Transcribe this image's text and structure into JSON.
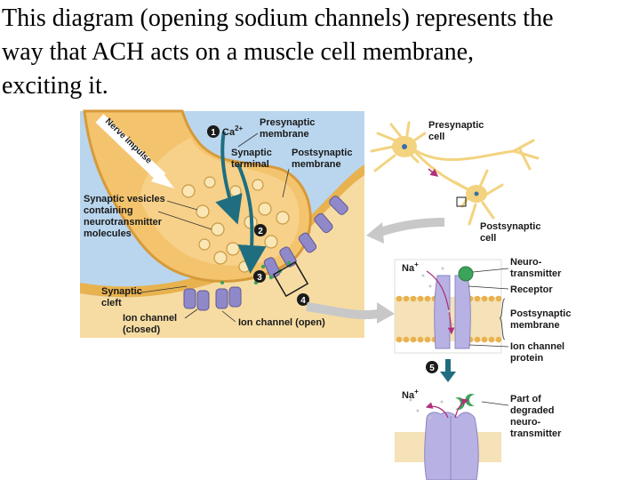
{
  "slide": {
    "lines": [
      "This diagram (opening sodium channels) represents the",
      "way that ACH acts on a muscle cell membrane,",
      "exciting it."
    ]
  },
  "diagram": {
    "step_numbers": [
      "1",
      "2",
      "3",
      "4",
      "5"
    ],
    "nerve_impulse": "Nerve impulse",
    "ca": "Ca",
    "ca_charge": "2+",
    "presynaptic_membrane": [
      "Presynaptic",
      "membrane"
    ],
    "synaptic_terminal": [
      "Synaptic",
      "terminal"
    ],
    "postsynaptic_membrane_main": [
      "Postsynaptic",
      "membrane"
    ],
    "synaptic_vesicles": [
      "Synaptic vesicles",
      "containing",
      "neurotransmitter",
      "molecules"
    ],
    "synaptic_cleft": [
      "Synaptic",
      "cleft"
    ],
    "ion_channel_closed": [
      "Ion channel",
      "(closed)"
    ],
    "ion_channel_open": "Ion channel (open)",
    "presynaptic_cell": [
      "Presynaptic",
      "cell"
    ],
    "postsynaptic_cell": [
      "Postsynaptic",
      "cell"
    ],
    "na_top": "Na",
    "na_bottom": "Na",
    "na_charge": "+",
    "neurotransmitter": [
      "Neuro-",
      "transmitter"
    ],
    "receptor": "Receptor",
    "postsynaptic_membrane_detail": [
      "Postsynaptic",
      "membrane"
    ],
    "ion_channel_protein": [
      "Ion channel",
      "protein"
    ],
    "degraded": [
      "Part of",
      "degraded",
      "neuro-",
      "transmitter"
    ]
  },
  "colors": {
    "terminal_fill": "#f3c46d",
    "cytoplasm_fill": "#f6dca3",
    "background_blue": "#b9d6ee",
    "channel_fill": "#8f89c9",
    "arrow_teal": "#1f6e80",
    "membrane_tan": "#e8b24f",
    "detail_purple": "#b7b2e3",
    "green_nt": "#3ca35a"
  }
}
